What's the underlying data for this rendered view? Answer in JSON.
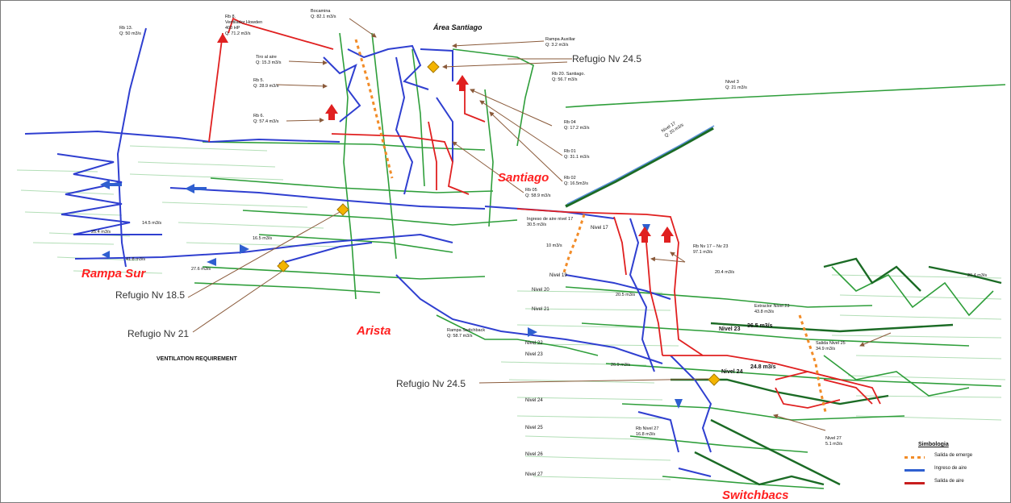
{
  "zones": {
    "area_santiago": "Área Santiago",
    "santiago": "Santiago",
    "rampa_sur": "Rampa Sur",
    "arista": "Arista",
    "switchbacs": "Switchbacs"
  },
  "refugios": {
    "nv245_top": "Refugio Nv 24.5",
    "nv185": "Refugio Nv 18.5",
    "nv21": "Refugio Nv 21",
    "nv245_bottom": "Refugio Nv 24.5"
  },
  "section_title": "VENTILATION REQUIREMENT",
  "callouts": {
    "rb13": "Rb 13.\nQ: 50 m3/s",
    "rb8": "Rb 8.\nVentilador Howden\n400 HP\nQ: 71.2 m3/s",
    "bocamina": "Bocamina\nQ: 82.1 m3/s",
    "tiro_aire": "Tiro al aire\nQ: 15.3 m3/s",
    "rb5": "Rb 5.\nQ: 28.9 m3/s",
    "rb6": "Rb 6.\nQ: 57.4 m3/s",
    "rampa_auxiliar": "Rampa Auxiliar\nQ: 3.2 m3/s",
    "rb20": "Rb 20. Santiago.\nQ: 56.7 m3/s",
    "nivel3": "Nivel 3\nQ: 21 m3/s",
    "rb04": "Rb 04\nQ: 17.2 m3/s",
    "rb01": "Rb 01\nQ: 31.1 m3/s",
    "rb02": "Rb 02\nQ: 16.5m3/s",
    "rb05": "Rb 05\nQ: 58.9 m3/s",
    "nivel17_diag": "Nivel 17\nQ: 20 m3/s",
    "ingreso17": "Ingreso de aire nivel 17\n30.5 m3/s",
    "rb17_23": "Rb Nv 17 – Nv 23\n97.1 m3/s",
    "extractor23": "Extractor Nivel 23\n43.8 m3/s",
    "salida25": "Salida Nivel 25\n34.9 m3/s",
    "rampa_switchback": "Rampa Switchback\nQ: 58.7 m3/s",
    "rb_nivel27": "Rb Nivel 27\n16.8 m3/s",
    "nivel27_q": "Nivel 27\n5.1 m3/s"
  },
  "flows": {
    "f1": "14.5 m3/s",
    "f2": "25.4 m3/s",
    "f3": "16.5 m3/s",
    "f4": "41.8 m3/s",
    "f5": "27.6 m3/s",
    "f6": "10 m3/s",
    "f7": "20.5 m3/s",
    "f8": "20.4 m3/s",
    "f9": "20.4 m3/s",
    "f10": "26.9 m3/s"
  },
  "niveles": {
    "n17": "Nivel 17",
    "n19": "Nivel 19",
    "n20": "Nivel 20",
    "n21": "Nivel 21",
    "n22": "Nivel 22",
    "n23": "Nivel 23",
    "n23b": "Nivel 23",
    "n23b_q": "36.5 m3/s",
    "n24": "Nivel 24",
    "n24_q": "24.8 m3/s",
    "n24b": "Nivel 24",
    "n25": "Nivel 25",
    "n26": "Nivel 26",
    "n27": "Nivel 27"
  },
  "legend": {
    "title": "Simbologia",
    "items": [
      {
        "label": "Salida de emerge",
        "color": "#f28c28"
      },
      {
        "label": "Ingreso de aire",
        "color": "#2f5fd0"
      },
      {
        "label": "Salida de aire",
        "color": "#c81e1e"
      }
    ]
  },
  "colors": {
    "ingreso": "#2f3fd0",
    "salida": "#e02020",
    "galeria": "#2e9e3a",
    "emergencia": "#f28c28",
    "refugio": "#f4b400",
    "zone_label": "#ff2020"
  }
}
